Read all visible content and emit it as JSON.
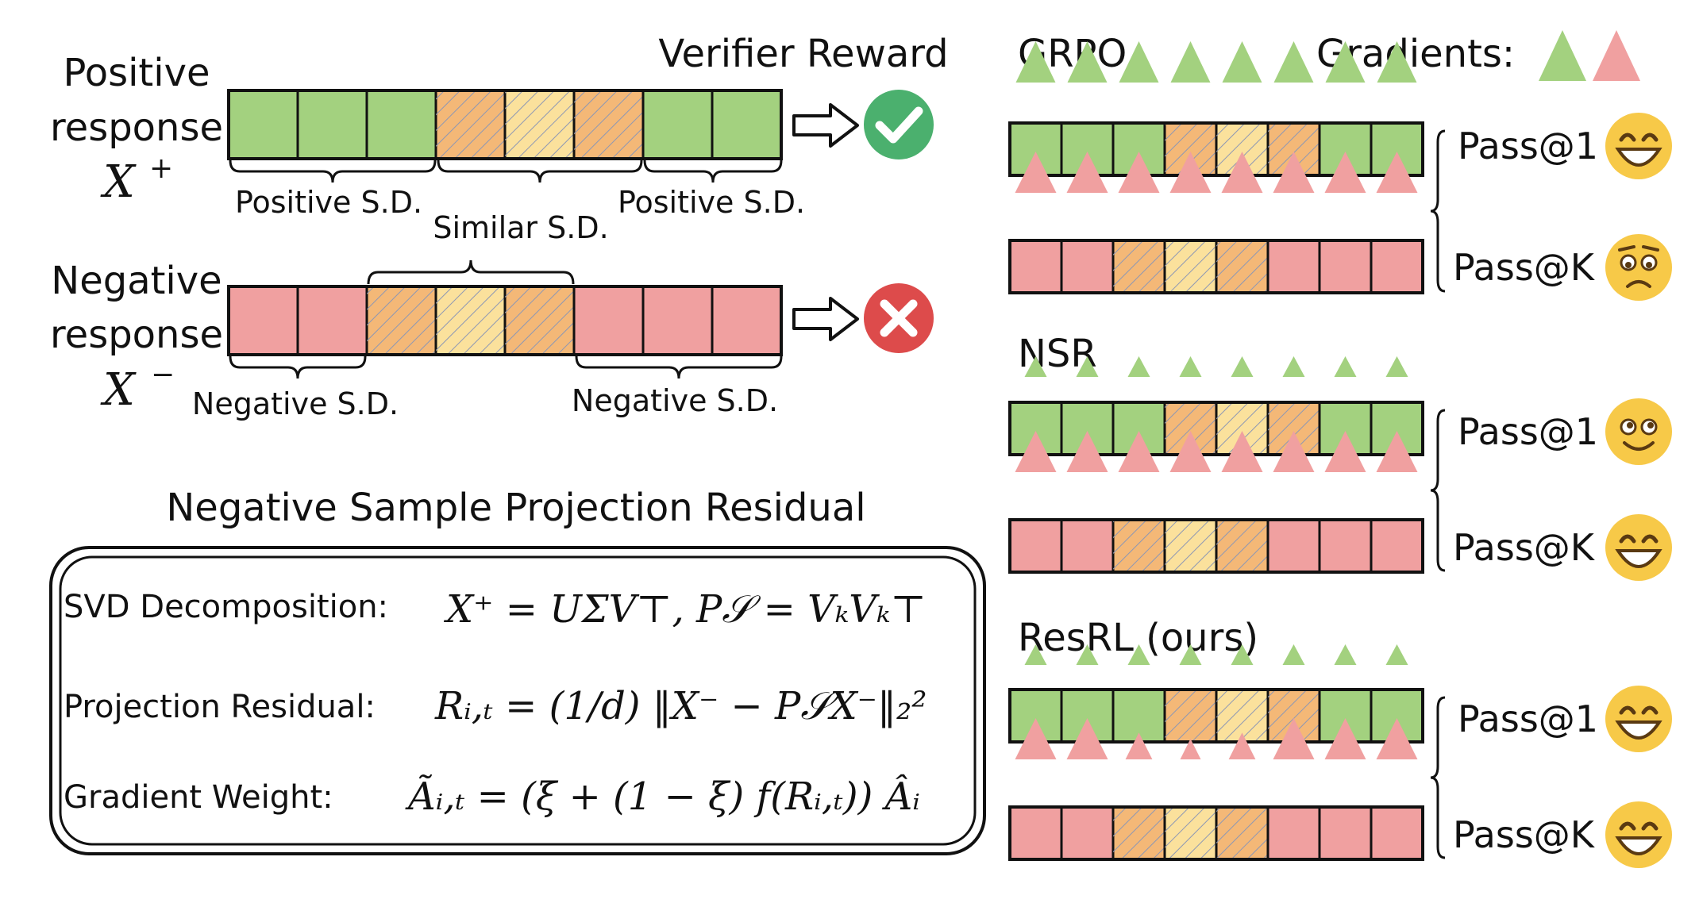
{
  "colors": {
    "green": "#a3d17f",
    "red": "#f0a0a0",
    "orange": "#f4b877",
    "yellow": "#fbe19c",
    "hatch": "#8c97b4",
    "check": "#4bb06e",
    "cross": "#dd4b4b",
    "emoji": "#f7c948",
    "stroke": "#111111"
  },
  "left": {
    "verifier_reward": "Verifier Reward",
    "positive": {
      "line1": "Positive",
      "line2": "response",
      "symbol": "X",
      "sup": "+",
      "cells": [
        "green",
        "green",
        "green",
        "orange",
        "yellow",
        "orange",
        "green",
        "green"
      ],
      "brace_left": "Positive S.D.",
      "brace_right": "Positive S.D.",
      "result_icon": "check-icon"
    },
    "similar_label": "Similar S.D.",
    "negative": {
      "line1": "Negative",
      "line2": "response",
      "symbol": "X",
      "sup": "−",
      "cells": [
        "red",
        "red",
        "orange",
        "yellow",
        "orange",
        "red",
        "red",
        "red"
      ],
      "brace_left": "Negative S.D.",
      "brace_right": "Negative S.D.",
      "result_icon": "cross-icon"
    },
    "residual_title": "Negative Sample Projection Residual",
    "formula_rows": [
      {
        "label": "SVD Decomposition:",
        "formula": "X⁺ = UΣV⊤, P𝒮 = VₖVₖ⊤"
      },
      {
        "label": "Projection Residual:",
        "formula": "Rᵢ,ₜ = (1/d) ‖X⁻ − P𝒮X⁻‖₂²"
      },
      {
        "label": "Gradient Weight:",
        "formula": "Ãᵢ,ₜ = (ξ + (1 − ξ) f(Rᵢ,ₜ)) Âᵢ"
      }
    ]
  },
  "right": {
    "gradients_label": "Gradients:",
    "gradient_swatches": [
      "green",
      "red"
    ],
    "methods": [
      {
        "name": "GRPO",
        "pos_cells": [
          "green",
          "green",
          "green",
          "orange",
          "yellow",
          "orange",
          "green",
          "green"
        ],
        "neg_cells": [
          "red",
          "red",
          "orange",
          "yellow",
          "orange",
          "red",
          "red",
          "red"
        ],
        "pos_tri": [
          1,
          1,
          1,
          1,
          1,
          1,
          1,
          1
        ],
        "neg_tri": [
          1,
          1,
          1,
          1,
          1,
          1,
          1,
          1
        ],
        "pass1": "Pass@1",
        "passk": "Pass@K",
        "pass1_emoji": "grinning-face-icon",
        "passk_emoji": "worried-face-icon"
      },
      {
        "name": "NSR",
        "pos_cells": [
          "green",
          "green",
          "green",
          "orange",
          "yellow",
          "orange",
          "green",
          "green"
        ],
        "neg_cells": [
          "red",
          "red",
          "orange",
          "yellow",
          "orange",
          "red",
          "red",
          "red"
        ],
        "pos_tri": [
          0.5,
          0.5,
          0.5,
          0.5,
          0.5,
          0.5,
          0.5,
          0.5
        ],
        "neg_tri": [
          1,
          1,
          1,
          1,
          1,
          1,
          1,
          1
        ],
        "pass1": "Pass@1",
        "passk": "Pass@K",
        "pass1_emoji": "smiling-face-icon",
        "passk_emoji": "grinning-face-icon"
      },
      {
        "name": "ResRL  (ours)",
        "pos_cells": [
          "green",
          "green",
          "green",
          "orange",
          "yellow",
          "orange",
          "green",
          "green"
        ],
        "neg_cells": [
          "red",
          "red",
          "orange",
          "yellow",
          "orange",
          "red",
          "red",
          "red"
        ],
        "pos_tri": [
          0.5,
          0.5,
          0.5,
          0.5,
          0.5,
          0.5,
          0.5,
          0.5
        ],
        "neg_tri": [
          1,
          1,
          0.65,
          0.5,
          0.65,
          1,
          1,
          1
        ],
        "pass1": "Pass@1",
        "passk": "Pass@K",
        "pass1_emoji": "grinning-face-icon",
        "passk_emoji": "grinning-face-icon"
      }
    ]
  }
}
